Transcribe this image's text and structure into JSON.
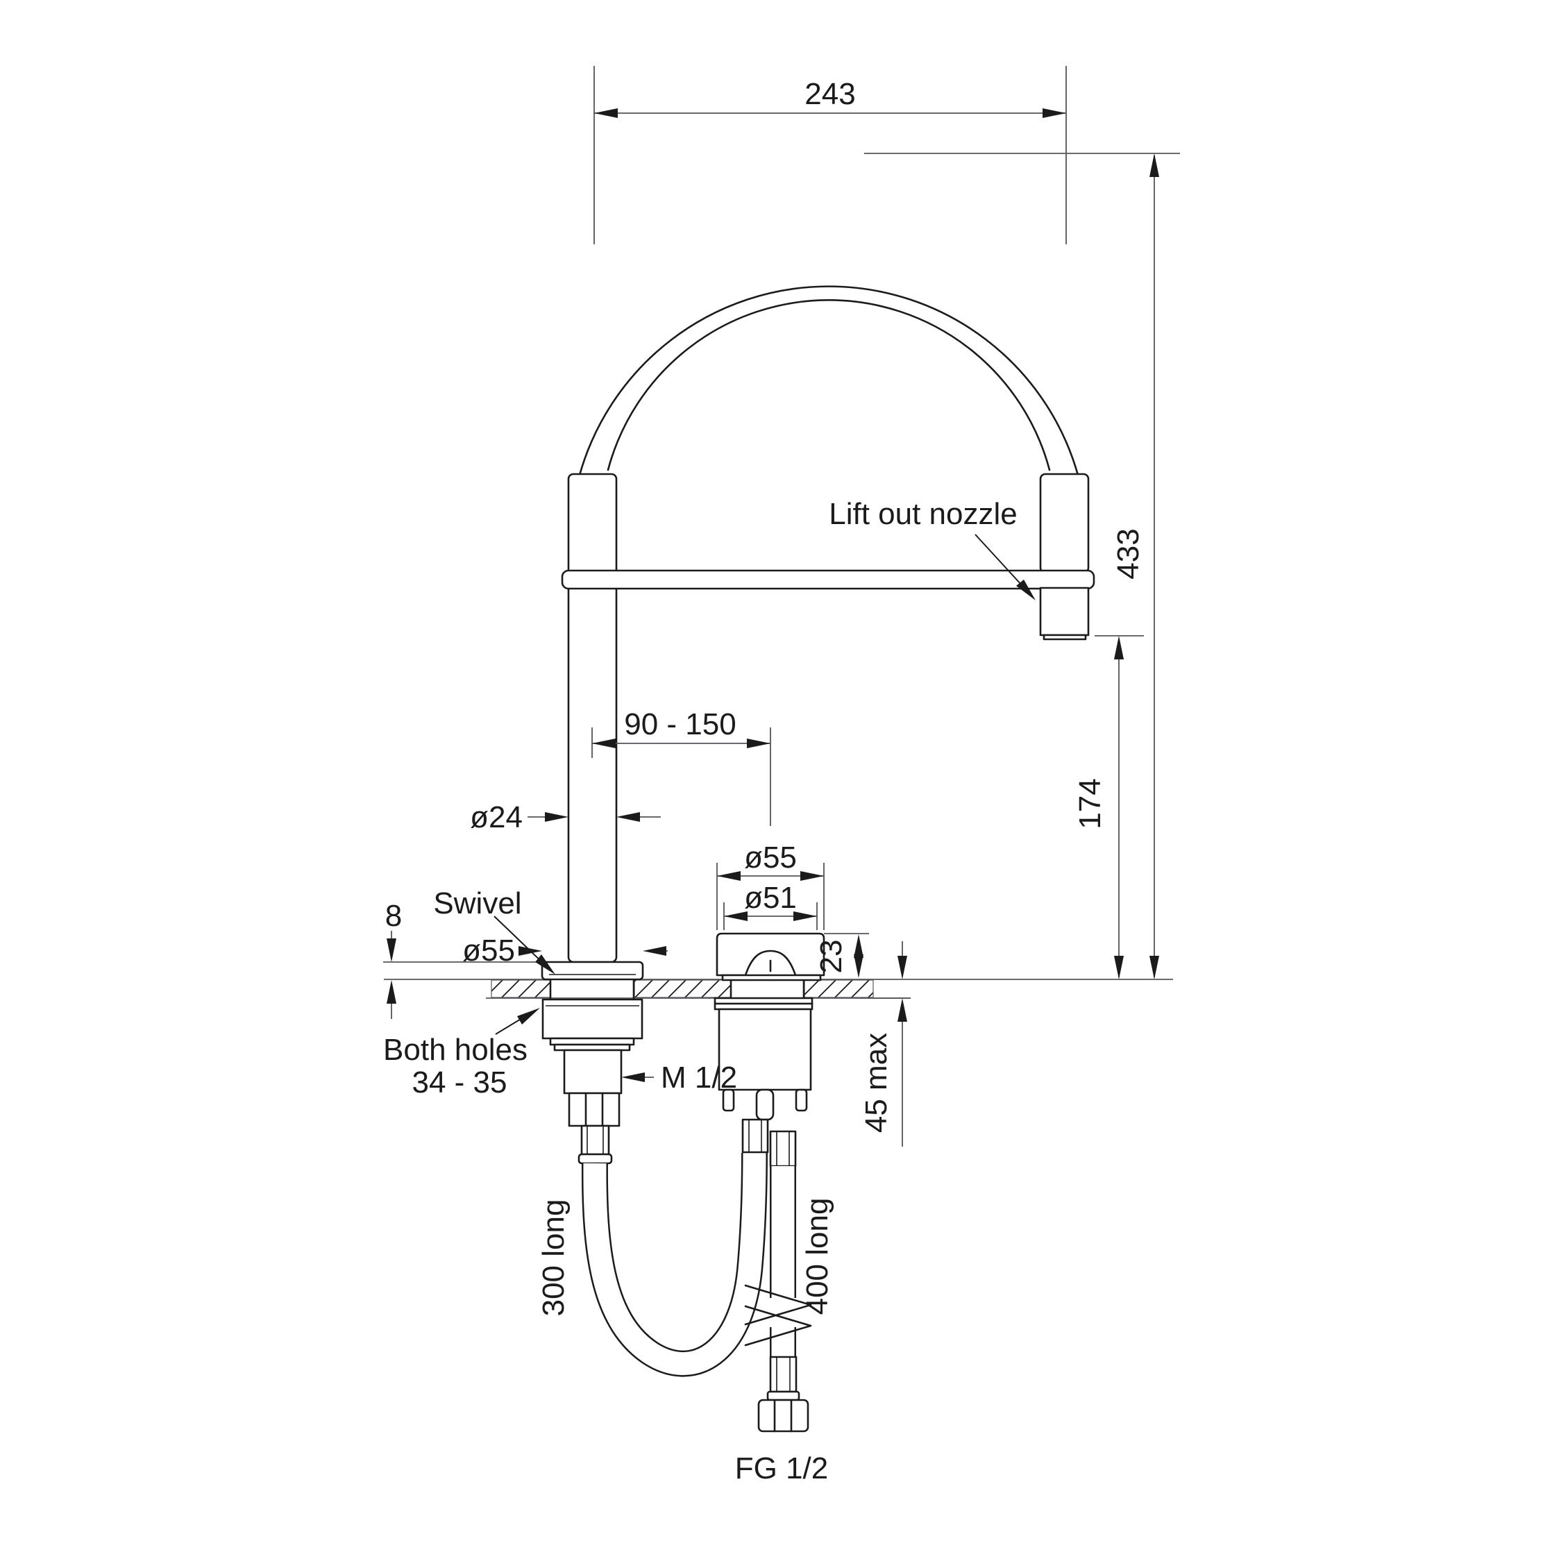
{
  "drawing": {
    "dimensions": {
      "spout_reach": "243",
      "overall_height": "433",
      "spout_clearance": "174",
      "hole_centres": "90 - 150",
      "riser_diameter": "ø24",
      "base_diameter": "ø55",
      "base_height": "8",
      "control_diameter_outer": "ø55",
      "control_diameter_inner": "ø51",
      "control_height": "23",
      "deck_thickness_max": "45 max"
    },
    "labels": {
      "nozzle": "Lift out nozzle",
      "swivel": "Swivel",
      "holes_line1": "Both holes",
      "holes_line2": "34 - 35",
      "riser_thread": "M 1/2",
      "left_hose": "300 long",
      "right_hose": "400 long",
      "supply_thread": "FG 1/2"
    },
    "colors": {
      "line": "#1b1b1b",
      "dimension": "#55565a",
      "background": "#ffffff"
    }
  }
}
